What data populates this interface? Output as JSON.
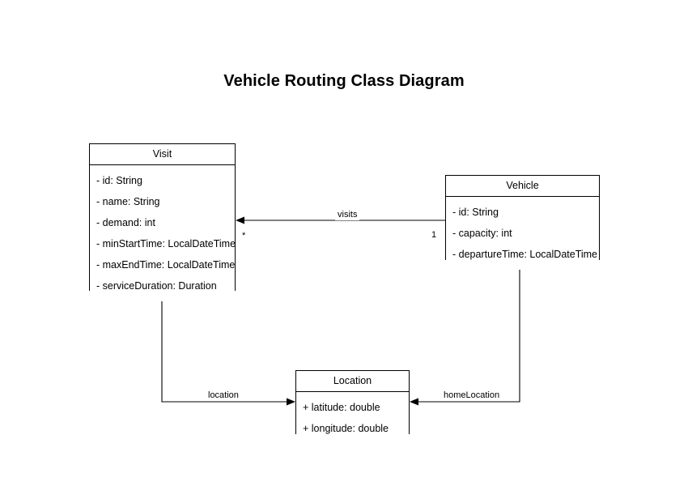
{
  "diagram": {
    "title": "Vehicle Routing Class Diagram",
    "type": "uml-class-diagram",
    "background_color": "#ffffff",
    "line_color": "#000000",
    "text_color": "#000000",
    "classes": [
      {
        "name": "Visit",
        "attributes": [
          "- id: String",
          "- name: String",
          "- demand: int",
          "- minStartTime: LocalDateTime",
          "- maxEndTime: LocalDateTime",
          "- serviceDuration: Duration"
        ]
      },
      {
        "name": "Vehicle",
        "attributes": [
          "- id: String",
          "- capacity: int",
          "- departureTime: LocalDateTime"
        ]
      },
      {
        "name": "Location",
        "attributes": [
          "+ latitude: double",
          "+ longitude: double"
        ]
      }
    ],
    "relationships": [
      {
        "label": "visits",
        "from": "Vehicle",
        "to": "Visit",
        "source_multiplicity": "1",
        "target_multiplicity": "*"
      },
      {
        "label": "location",
        "from": "Visit",
        "to": "Location",
        "source_multiplicity": "",
        "target_multiplicity": ""
      },
      {
        "label": "homeLocation",
        "from": "Vehicle",
        "to": "Location",
        "source_multiplicity": "",
        "target_multiplicity": ""
      }
    ]
  }
}
